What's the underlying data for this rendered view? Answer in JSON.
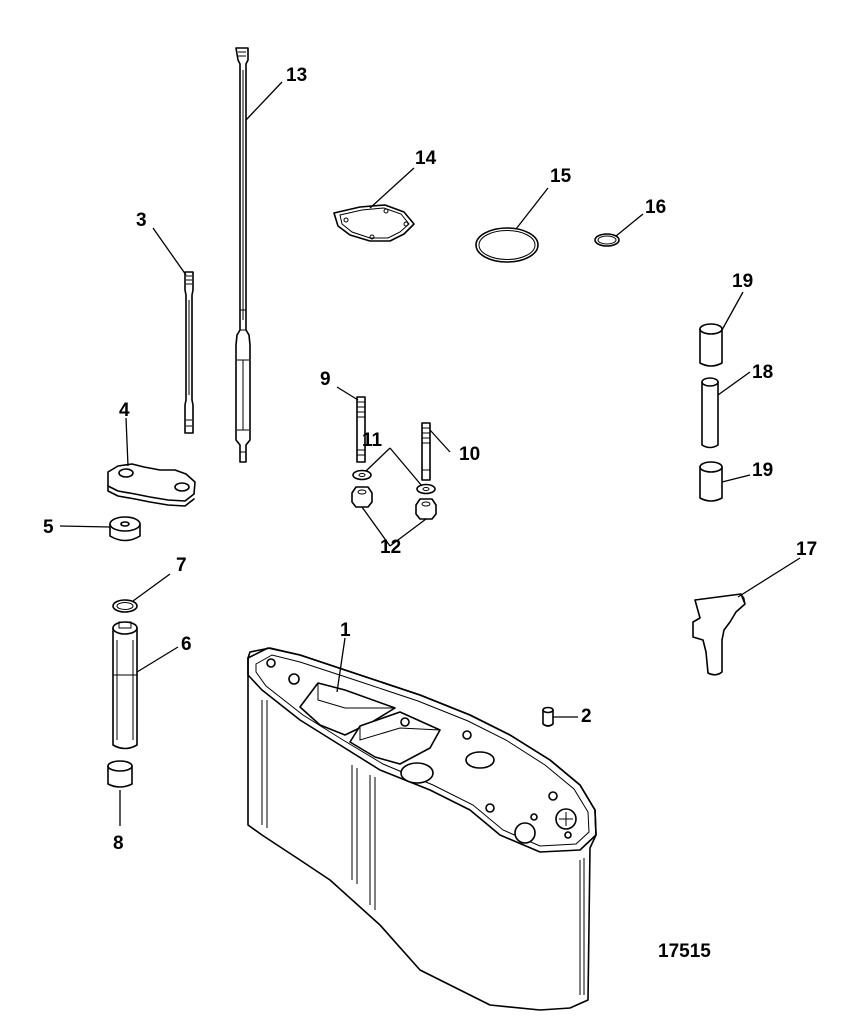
{
  "figure_number": "17515",
  "callouts": {
    "c1": "1",
    "c2": "2",
    "c3": "3",
    "c4": "4",
    "c5": "5",
    "c6": "6",
    "c7": "7",
    "c8": "8",
    "c9": "9",
    "c10": "10",
    "c11": "11",
    "c12": "12",
    "c13": "13",
    "c14": "14",
    "c15": "15",
    "c16": "16",
    "c17": "17",
    "c18": "18",
    "c19a": "19",
    "c19b": "19"
  }
}
